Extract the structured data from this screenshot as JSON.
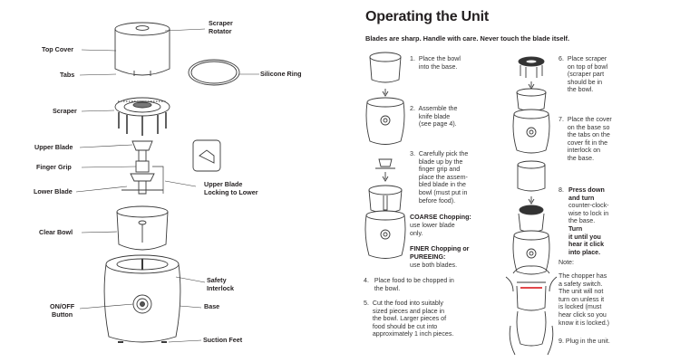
{
  "left_panel": {
    "labels": {
      "scraper_rotator": "Scraper\nRotator",
      "top_cover": "Top Cover",
      "silicone_ring": "Silicone Ring",
      "tabs": "Tabs",
      "scraper": "Scraper",
      "upper_blade": "Upper Blade",
      "finger_grip": "Finger Grip",
      "lower_blade": "Lower Blade",
      "upper_blade_locking": "Upper Blade\nLocking to Lower",
      "clear_bowl": "Clear Bowl",
      "safety_interlock": "Safety\nInterlock",
      "on_off_button": "ON/OFF\nButton",
      "base": "Base",
      "suction_feet": "Suction Feet"
    }
  },
  "right_panel": {
    "title": "Operating the Unit",
    "warning": "Blades are sharp. Handle with care. Never touch the blade itself.",
    "steps": {
      "s1": "1.  Place the bowl\n     into the base.",
      "s2": "2.  Assemble the\n     knife blade\n     (see page 4).",
      "s3": "3.  Carefully pick the\n     blade up by the\n     finger grip and\n     place the assem-\n     bled blade in the\n     bowl (must put in\n     before food).",
      "coarse_head": "COARSE Chopping:",
      "coarse_body": "use lower blade\nonly.",
      "fine_head": "FINER Chopping or\nPUREEING:",
      "fine_body": "use both blades.",
      "s4": "4.   Place food to be chopped in\n      the bowl.",
      "s5": "5.  Cut the food into suitably\n     sized pieces and place in\n     the bowl. Larger pieces of\n     food should be cut into\n     approximately 1 inch pieces.",
      "s6": "6.  Place scraper\n     on top of bowl\n     (scraper part\n     should be in\n     the bowl.",
      "s7": "7.  Place the cover\n     on the base so\n     the tabs on the\n     cover fit in the\n     interlock on\n     the base.",
      "s8_num": "8.",
      "s8_a": "Press down\nand turn",
      "s8_b": "counter-clock-\nwise to lock in\nthe base.",
      "s8_c": "Turn\nit until you\nhear it click\ninto place.",
      "note_label": "Note:",
      "note": "The chopper has\na safety switch.\nThe unit will not\nturn on unless it\nis locked (must\nhear click so you\nknow it is locked.)",
      "s9": "9. Plug in the unit."
    }
  },
  "colors": {
    "ink": "#231f20",
    "outline": "#3a3a3a",
    "accent": "#e2474b"
  }
}
